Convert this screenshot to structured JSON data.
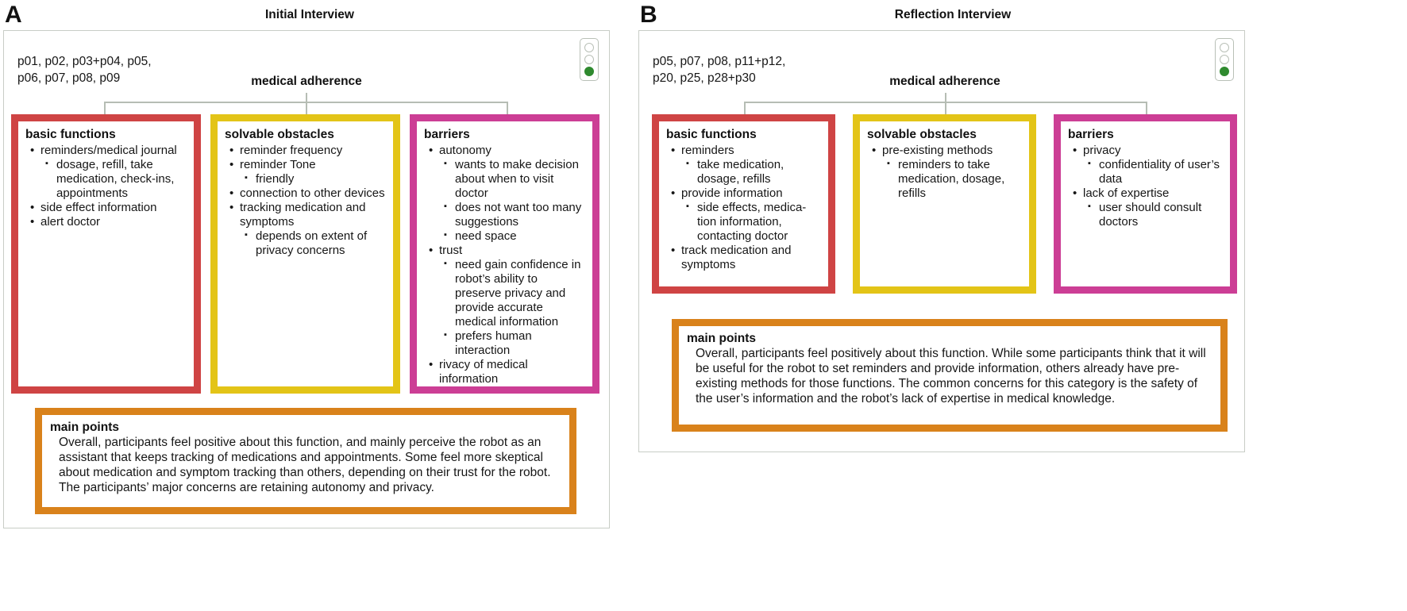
{
  "panels": [
    {
      "letter": "A",
      "title": "Initial Interview",
      "participants": "p01, p02, p03+p04, p05,\np06, p07, p08, p09",
      "root_label": "medical adherence",
      "categories": [
        {
          "title": "basic functions",
          "color": "#cf4444",
          "items": [
            {
              "text": "reminders/medical journal",
              "children": [
                "dosage, refill, take medication, check-ins, appointments"
              ]
            },
            {
              "text": "side effect information",
              "children": []
            },
            {
              "text": "alert doctor",
              "children": []
            }
          ]
        },
        {
          "title": "solvable obstacles",
          "color": "#e3c417",
          "items": [
            {
              "text": "reminder frequency",
              "children": []
            },
            {
              "text": "reminder Tone",
              "children": [
                "friendly"
              ]
            },
            {
              "text": "connection to other devices",
              "children": []
            },
            {
              "text": "tracking medication and symptoms",
              "children": [
                "depends on extent of privacy concerns"
              ]
            }
          ]
        },
        {
          "title": "barriers",
          "color": "#cc3e95",
          "items": [
            {
              "text": "autonomy",
              "children": [
                "wants to make decision about when to visit doctor",
                "does not want too many suggestions",
                "need space"
              ]
            },
            {
              "text": "trust",
              "children": [
                "need gain confidence in robot’s ability to preserve privacy and provide accurate medical information",
                "prefers human interaction"
              ]
            },
            {
              "text": "rivacy of medical information",
              "children": []
            }
          ]
        }
      ],
      "main_points": {
        "title": "main points",
        "body": "Overall, participants feel positive about this function, and mainly perceive the robot as an assistant that keeps tracking of medications and appointments. Some feel more skeptical about medication and symptom tracking than others, depending on their trust for the robot. The participants’ major concerns are retaining autonomy and privacy."
      },
      "traffic_light": {
        "states": [
          "off",
          "off",
          "on"
        ],
        "active_color": "#2f8a2f"
      }
    },
    {
      "letter": "B",
      "title": "Reflection Interview",
      "participants": "p05, p07, p08, p11+p12,\np20, p25, p28+p30",
      "root_label": "medical adherence",
      "categories": [
        {
          "title": "basic functions",
          "color": "#cf4444",
          "items": [
            {
              "text": "reminders",
              "children": [
                "take medication, dosage, refills"
              ]
            },
            {
              "text": "provide information",
              "children": [
                "side effects, medica-tion information, contacting doctor"
              ]
            },
            {
              "text": "track medication and symptoms",
              "children": []
            }
          ]
        },
        {
          "title": "solvable obstacles",
          "color": "#e3c417",
          "items": [
            {
              "text": "pre-existing methods",
              "children": [
                "reminders to take medication, dosage, refills"
              ]
            }
          ]
        },
        {
          "title": "barriers",
          "color": "#cc3e95",
          "items": [
            {
              "text": "privacy",
              "children": [
                "confidentiality of user’s data"
              ]
            },
            {
              "text": "lack of expertise",
              "children": [
                "user should consult doctors"
              ]
            }
          ]
        }
      ],
      "main_points": {
        "title": "main points",
        "body": "Overall, participants feel positively about this function. While some participants think that it will be useful for the robot to set reminders and provide information, others already have pre-existing methods for those functions. The common concerns for this category is the safety of the user’s information and the robot’s lack of expertise in medical knowledge."
      },
      "traffic_light": {
        "states": [
          "off",
          "off",
          "on"
        ],
        "active_color": "#2f8a2f"
      }
    }
  ]
}
